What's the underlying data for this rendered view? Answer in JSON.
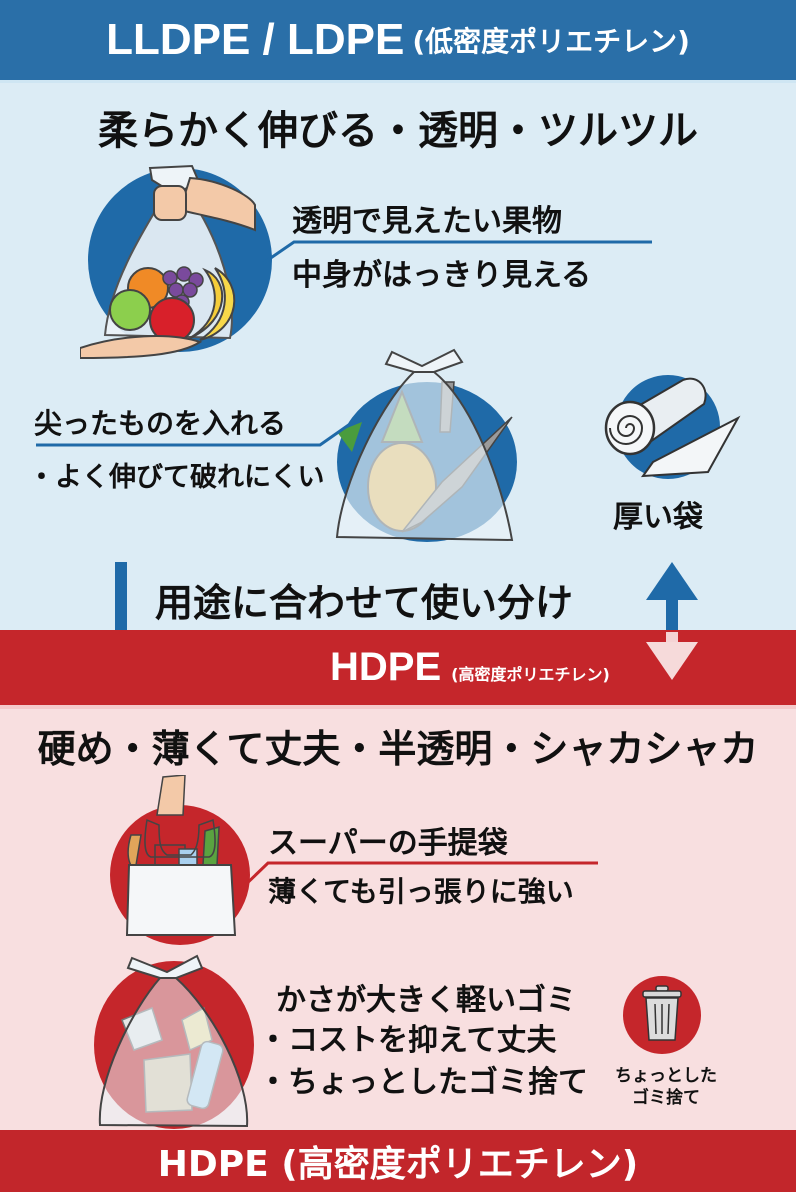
{
  "header": {
    "title_main": "LLDPE / LDPE",
    "title_sub": "(低密度ポリエチレン)",
    "color": "#2a6fa8"
  },
  "ldpe_section": {
    "heading": "柔らかく伸びる・透明・ツルツル",
    "callout_fruit": {
      "line1": "透明で見えたい果物",
      "line2": "中身がはっきり見える"
    },
    "callout_sharp": {
      "line1": "尖ったものを入れる",
      "line2": "・よく伸びて破れにくい"
    },
    "roll_label": "厚い袋",
    "accent_color": "#1f6aa8",
    "background": "#dcecf5"
  },
  "transition": {
    "label": "用途に合わせて使い分け"
  },
  "hdpe_band": {
    "title_main": "HDPE",
    "title_sub": "(高密度ポリエチレン)",
    "color": "#c5262b"
  },
  "hdpe_section": {
    "heading": "硬め・薄くて丈夫・半透明・シャカシャカ",
    "callout_shopping": {
      "line1": "スーパーの手提袋",
      "line2": "薄くても引っ張りに強い"
    },
    "callout_trash": {
      "line1": "かさが大きく軽いゴミ",
      "line2": "・コストを抑えて丈夫",
      "line3": "・ちょっとしたゴミ捨て"
    },
    "trash_icon_label_line1": "ちょっとした",
    "trash_icon_label_line2": "ゴミ捨て",
    "accent_color": "#c5262b",
    "background": "#f8dfe0"
  },
  "footer": {
    "title": "HDPE (高密度ポリエチレン)"
  }
}
